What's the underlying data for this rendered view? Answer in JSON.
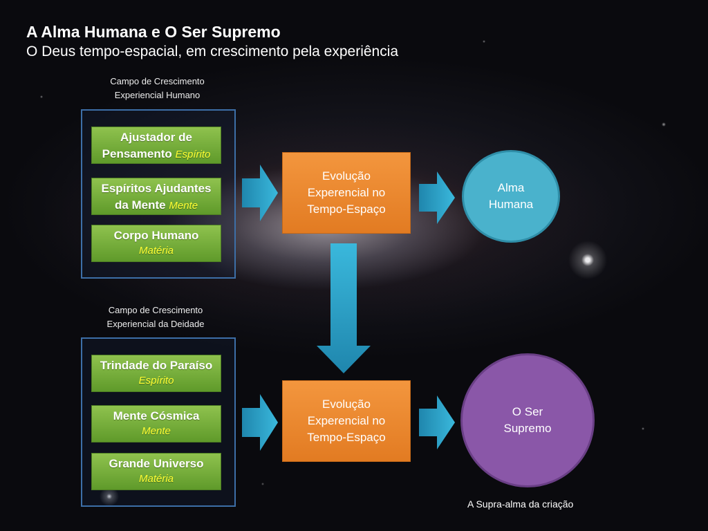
{
  "title": "A Alma Humana e O Ser Supremo",
  "subtitle": "O Deus tempo-espacial, em crescimento pela experiência",
  "human_field": {
    "caption_line1": "Campo de Crescimento",
    "caption_line2": "Experiencial Humano",
    "items": [
      {
        "line1": "Ajustador de",
        "line2": "Pensamento",
        "tag": "Espírito"
      },
      {
        "line1": "Espíritos Ajudantes",
        "line2": "da Mente",
        "tag": "Mente"
      },
      {
        "line1": "Corpo Humano",
        "tag": "Matéria"
      }
    ]
  },
  "deity_field": {
    "caption_line1": "Campo de Crescimento",
    "caption_line2": "Experiencial da Deidade",
    "items": [
      {
        "line1": "Trindade do Paraíso",
        "tag": "Espírito"
      },
      {
        "line1": "Mente Cósmica",
        "tag": "Mente"
      },
      {
        "line1": "Grande Universo",
        "tag": "Matéria"
      }
    ]
  },
  "evolution_top": "Evolução Experencial no Tempo-Espaço",
  "evolution_bottom": "Evolução Experencial no Tempo-Espaço",
  "alma_humana": {
    "line1": "Alma",
    "line2": "Humana"
  },
  "ser_supremo": {
    "line1": "O Ser",
    "line2": "Supremo"
  },
  "bottom_caption": "A Supra-alma da criação",
  "colors": {
    "green": "#7ab340",
    "orange": "#f08a30",
    "teal": "#4ab2cc",
    "purple": "#8a57a8",
    "arrow": "#2ea0c6",
    "frame": "#3d6fa8"
  }
}
